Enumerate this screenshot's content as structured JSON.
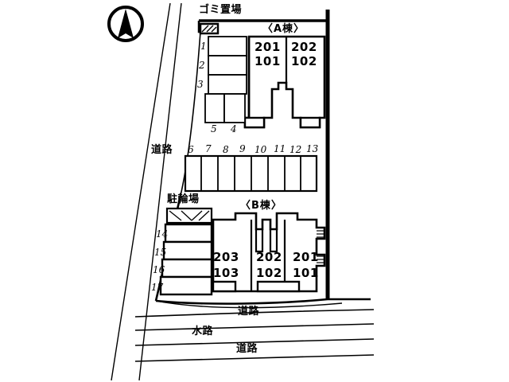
{
  "document": {
    "type": "site-plan",
    "title": "",
    "background_color": "#ffffff",
    "ink_color": "#000000"
  },
  "compass": {
    "name": "north-arrow",
    "label": ""
  },
  "site_labels": {
    "garbage_area": "ゴミ置場",
    "bicycle_parking": "駐輪場",
    "road_left": "道路",
    "road_bottom_upper": "道路",
    "waterway": "水路",
    "road_bottom_lower": "道路"
  },
  "buildings": [
    {
      "name": "building-a",
      "label": "〈A棟〉",
      "units": [
        {
          "upper": "201",
          "lower": "101"
        },
        {
          "upper": "202",
          "lower": "102"
        }
      ]
    },
    {
      "name": "building-b",
      "label": "〈B棟〉",
      "units": [
        {
          "upper": "203",
          "lower": "103"
        },
        {
          "upper": "202",
          "lower": "102"
        },
        {
          "upper": "201",
          "lower": "101"
        }
      ]
    }
  ],
  "parking": {
    "group_a_left": [
      "1",
      "2",
      "3"
    ],
    "group_a_lower": [
      "5",
      "4"
    ],
    "group_middle_row": [
      "6",
      "7",
      "8",
      "9",
      "10",
      "11",
      "12",
      "13"
    ],
    "group_b_left": [
      "14",
      "15",
      "16",
      "17"
    ]
  }
}
